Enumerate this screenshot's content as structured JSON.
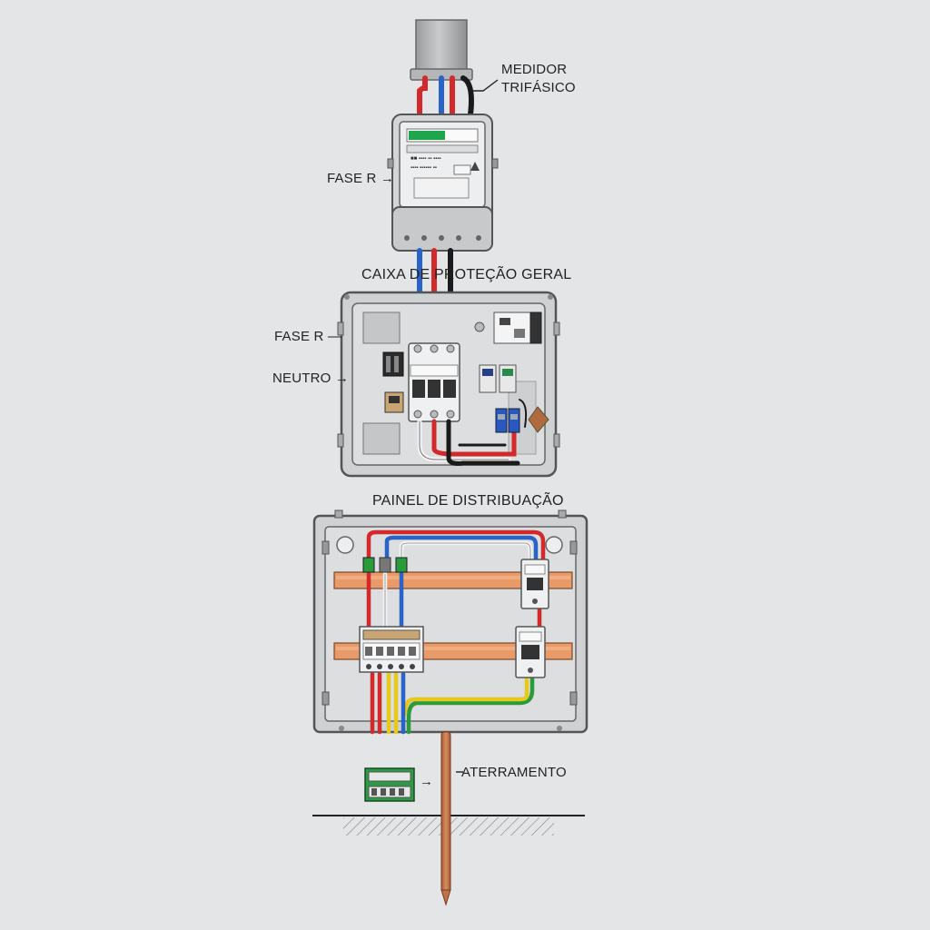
{
  "labels": {
    "medidor": "MEDIDOR",
    "trifasico": "TRIFÁSICO",
    "fase_r_meter": "FASE R →",
    "caixa_title": "CAIXA DE PROTEÇÃO GERAL",
    "fase_r_box": "FASE R —",
    "neutro": "NEUTRO →",
    "painel_title": "PAINEL DE DISTRIBUAÇÃO",
    "aterramento": "ATERRAMENTO",
    "arrow_terminal": "→"
  },
  "colors": {
    "background": "#e4e5e6",
    "wire_red": "#d22a2a",
    "wire_blue": "#2a63c8",
    "wire_black": "#1a1a1a",
    "wire_white": "#f4f4f4",
    "wire_yellow": "#e6c81e",
    "wire_green": "#2a9a3a",
    "busbar": "#e89a6a",
    "ground_rod": "#c0724a",
    "display_green": "#1fa64a"
  },
  "icons": [
    "conduit-pipe",
    "energy-meter",
    "circuit-breaker",
    "busbar",
    "terminal-block",
    "ground-rod"
  ]
}
